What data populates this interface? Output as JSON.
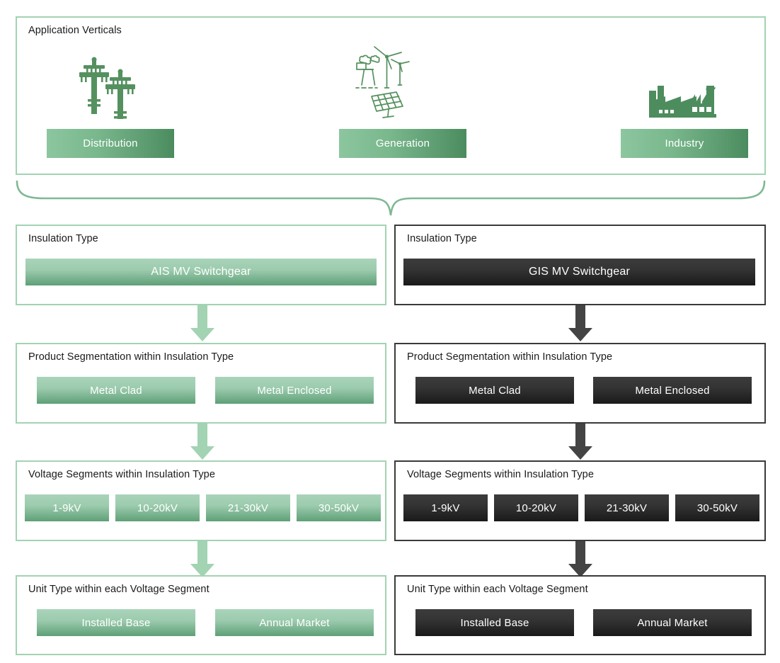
{
  "theme": {
    "green_border": "#a2d3b2",
    "green_accent": "#6ba982",
    "green_dark": "#4b8c5f",
    "dark_border": "#3a3a3a",
    "dark_fill": "#262626",
    "arrow_green": "#a2d3b2",
    "arrow_dark": "#444444",
    "text": "#1a1a1a",
    "tile_text": "#ffffff"
  },
  "verticals_panel": {
    "title": "Application Verticals",
    "items": [
      {
        "label": "Distribution",
        "icon": "utility-poles-icon"
      },
      {
        "label": "Generation",
        "icon": "power-generation-icon"
      },
      {
        "label": "Industry",
        "icon": "factory-icon"
      }
    ]
  },
  "columns": [
    {
      "key": "ais",
      "style": "green",
      "rows": [
        {
          "title": "Insulation Type",
          "tiles": [
            "AIS MV Switchgear"
          ]
        },
        {
          "title": "Product Segmentation within Insulation Type",
          "tiles": [
            "Metal Clad",
            "Metal Enclosed"
          ]
        },
        {
          "title": "Voltage Segments within Insulation Type",
          "tiles": [
            "1-9kV",
            "10-20kV",
            "21-30kV",
            "30-50kV"
          ]
        },
        {
          "title": "Unit Type within each Voltage Segment",
          "tiles": [
            "Installed Base",
            "Annual Market"
          ]
        }
      ]
    },
    {
      "key": "gis",
      "style": "dark",
      "rows": [
        {
          "title": "Insulation Type",
          "tiles": [
            "GIS MV Switchgear"
          ]
        },
        {
          "title": "Product Segmentation within Insulation Type",
          "tiles": [
            "Metal Clad",
            "Metal Enclosed"
          ]
        },
        {
          "title": "Voltage Segments within Insulation Type",
          "tiles": [
            "1-9kV",
            "10-20kV",
            "21-30kV",
            "30-50kV"
          ]
        },
        {
          "title": "Unit Type within each Voltage Segment",
          "tiles": [
            "Installed Base",
            "Annual Market"
          ]
        }
      ]
    }
  ],
  "connectors": {
    "brace": "curly-brace-down",
    "down_arrow": "arrow-down-icon"
  }
}
